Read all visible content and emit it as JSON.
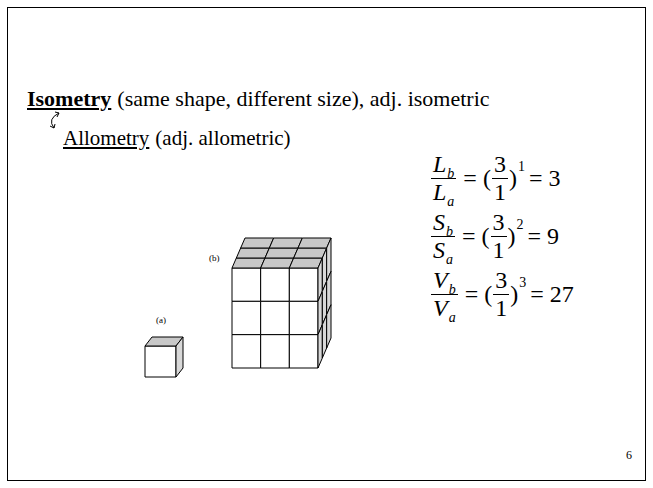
{
  "diagram": {
    "labels": [
      "Isometry",
      "(same shape, different size), adj. isometric",
      "Allometry",
      "(adj. allometric)",
      "L",
      "b",
      "L",
      "a",
      "= (",
      "3",
      "1",
      ")",
      "1",
      "= 3",
      "S",
      "b",
      "S",
      "a",
      "= (",
      "3",
      "1",
      ")",
      "2",
      "= 9",
      "V",
      "b",
      "V",
      "a",
      "= (",
      "3",
      "1",
      ")",
      "3",
      "= 27",
      "(a)",
      "(b)",
      "6"
    ]
  }
}
